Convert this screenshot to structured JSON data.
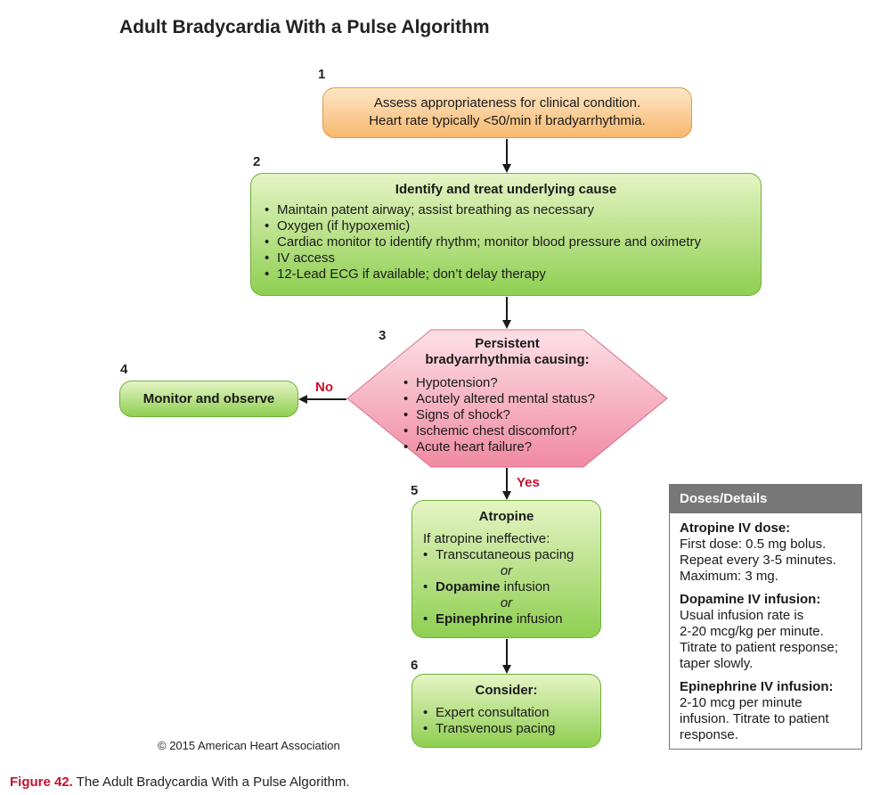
{
  "title": "Adult Bradycardia With a Pulse Algorithm",
  "steps": {
    "s1": {
      "number": "1",
      "line1": "Assess appropriateness for clinical condition.",
      "line2": "Heart rate typically <50/min if bradyarrhythmia."
    },
    "s2": {
      "number": "2",
      "heading": "Identify and treat underlying cause",
      "items": [
        "Maintain patent airway; assist breathing as necessary",
        "Oxygen (if hypoxemic)",
        "Cardiac monitor to identify rhythm; monitor blood pressure and oximetry",
        "IV access",
        "12-Lead ECG if available; don’t delay therapy"
      ]
    },
    "s3": {
      "number": "3",
      "heading1": "Persistent",
      "heading2": "bradyarrhythmia causing:",
      "items": [
        "Hypotension?",
        "Acutely altered mental status?",
        "Signs of shock?",
        "Ischemic chest discomfort?",
        "Acute heart failure?"
      ]
    },
    "s4": {
      "number": "4",
      "text": "Monitor and observe"
    },
    "s5": {
      "number": "5",
      "heading": "Atropine",
      "intro": "If atropine ineffective:",
      "item1": "Transcutaneous pacing",
      "or1": "or",
      "item2_bold": "Dopamine",
      "item2_rest": " infusion",
      "or2": "or",
      "item3_bold": "Epinephrine",
      "item3_rest": " infusion"
    },
    "s6": {
      "number": "6",
      "heading": "Consider:",
      "items": [
        "Expert consultation",
        "Transvenous pacing"
      ]
    }
  },
  "labels": {
    "no": "No",
    "yes": "Yes"
  },
  "doses": {
    "header": "Doses/Details",
    "atropine_title": "Atropine IV dose:",
    "atropine_lines": [
      "First dose: 0.5 mg bolus.",
      "Repeat every 3-5 minutes.",
      "Maximum: 3 mg."
    ],
    "dopamine_title": "Dopamine IV infusion:",
    "dopamine_lines": [
      "Usual infusion rate is",
      "2-20 mcg/kg per minute.",
      "Titrate to patient response;",
      "taper slowly."
    ],
    "epinephrine_title": "Epinephrine IV infusion:",
    "epinephrine_lines": [
      "2-10 mcg per minute",
      "infusion. Titrate to patient",
      "response."
    ]
  },
  "copyright": "© 2015 American Heart Association",
  "caption": {
    "figure": "Figure 42.",
    "text": " The Adult Bradycardia With a Pulse Algorithm."
  },
  "colors": {
    "accent_red": "#c8102e",
    "orange_box": "#f7b86e",
    "green_box": "#8fcf52",
    "pink_hex": "#f4a7b9",
    "doses_header": "#777777"
  }
}
